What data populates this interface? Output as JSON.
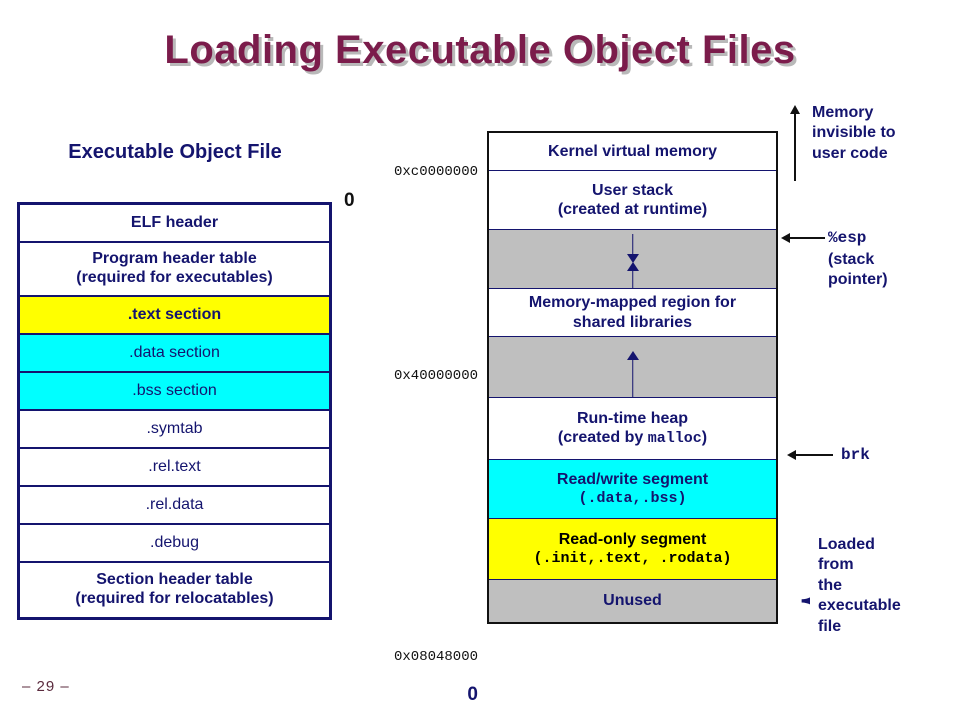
{
  "slide": {
    "title": "Loading Executable Object Files",
    "page_number": "– 29 –",
    "title_color": "#7B1C4B",
    "text_color": "#14146E"
  },
  "left_panel": {
    "heading": "Executable Object File",
    "offset_label": "0",
    "rows": [
      {
        "label": "ELF header",
        "fill": "#ffffff",
        "bold": true,
        "lines": 1
      },
      {
        "label": "Program header table\n(required for executables)",
        "fill": "#ffffff",
        "bold": true,
        "lines": 2
      },
      {
        "label": ".text section",
        "fill": "#FFFF00",
        "bold": true,
        "lines": 1
      },
      {
        "label": ".data section",
        "fill": "#00FFFF",
        "bold": false,
        "lines": 1
      },
      {
        "label": ".bss section",
        "fill": "#00FFFF",
        "bold": false,
        "lines": 1
      },
      {
        "label": ".symtab",
        "fill": "#ffffff",
        "bold": false,
        "lines": 1
      },
      {
        "label": ".rel.text",
        "fill": "#ffffff",
        "bold": false,
        "lines": 1
      },
      {
        "label": ".rel.data",
        "fill": "#ffffff",
        "bold": false,
        "lines": 1
      },
      {
        "label": ".debug",
        "fill": "#ffffff",
        "bold": false,
        "lines": 1
      },
      {
        "label": "Section header table\n(required for relocatables)",
        "fill": "#ffffff",
        "bold": true,
        "lines": 2
      }
    ]
  },
  "memory_diagram": {
    "regions": [
      {
        "name": "kernel-virtual-memory",
        "label": "Kernel virtual memory",
        "fill": "#ffffff"
      },
      {
        "name": "user-stack",
        "label": "User stack\n(created at runtime)",
        "fill": "#ffffff"
      },
      {
        "name": "stack-gap",
        "label": "",
        "fill": "#BFBFBF"
      },
      {
        "name": "memory-mapped-region",
        "label": "Memory-mapped region for\nshared libraries",
        "fill": "#ffffff"
      },
      {
        "name": "heap-gap",
        "label": "",
        "fill": "#BFBFBF"
      },
      {
        "name": "run-time-heap",
        "label": "Run-time heap\n(created by malloc)",
        "fill": "#ffffff"
      },
      {
        "name": "read-write-segment",
        "label": "Read/write segment\n(.data,.bss)",
        "fill": "#00FFFF"
      },
      {
        "name": "read-only-segment",
        "label": "Read-only segment\n(.init,.text, .rodata)",
        "fill": "#FFFF00"
      },
      {
        "name": "unused",
        "label": "Unused",
        "fill": "#BFBFBF"
      }
    ],
    "region_text": {
      "kernel": "Kernel virtual memory",
      "user_stack_1": "User stack",
      "user_stack_2": "(created at runtime)",
      "mmap_1": "Memory-mapped region for",
      "mmap_2": "shared libraries",
      "heap_1": "Run-time heap",
      "heap_2a": "(created by ",
      "heap_2b": "malloc",
      "heap_2c": ")",
      "rw_1": "Read/write segment",
      "rw_2": "(.data,.bss)",
      "ro_1": "Read-only segment",
      "ro_2": "(.init,.text, .rodata)",
      "unused": "Unused"
    },
    "addresses": {
      "kernel_base": "0xc0000000",
      "mmap_base": "0x40000000",
      "text_base": "0x08048000",
      "zero": "0"
    }
  },
  "annotations": {
    "invisible_memory": "Memory\ninvisible to\nuser code",
    "invisible_memory_lines": [
      "Memory",
      "invisible to",
      "user code"
    ],
    "esp_label": "%esp",
    "esp_sub_lines": [
      "(stack",
      "pointer)"
    ],
    "brk_label": "brk",
    "loaded_from_lines": [
      "Loaded",
      "from",
      "the",
      "executable",
      "file"
    ]
  }
}
